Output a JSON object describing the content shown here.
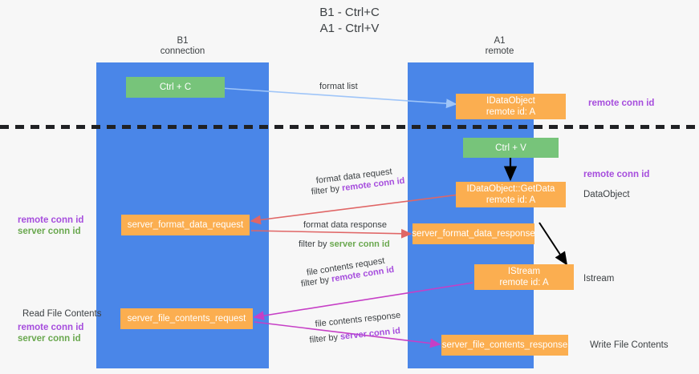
{
  "title": {
    "line1": "B1 - Ctrl+C",
    "line2": "A1 - Ctrl+V"
  },
  "columns": [
    {
      "id": "b1",
      "name": "B1",
      "sub": "connection"
    },
    {
      "id": "a1",
      "name": "A1",
      "sub": "remote"
    }
  ],
  "boxes": [
    {
      "id": "ctrl-c",
      "label": "Ctrl + C",
      "sub": "",
      "color": "#77c47a"
    },
    {
      "id": "idataobject",
      "label": "IDataObject",
      "sub": "remote id: A",
      "color": "#fbae50"
    },
    {
      "id": "ctrl-v",
      "label": "Ctrl + V",
      "sub": "",
      "color": "#77c47a"
    },
    {
      "id": "idataobject-getdata",
      "label": "IDataObject::GetData",
      "sub": "remote id: A",
      "color": "#fbae50"
    },
    {
      "id": "server-format-data-request",
      "label": "server_format_data_request",
      "sub": "",
      "color": "#fbae50"
    },
    {
      "id": "server-format-data-response",
      "label": "server_format_data_response",
      "sub": "",
      "color": "#fbae50"
    },
    {
      "id": "istream",
      "label": "IStream",
      "sub": "remote id: A",
      "color": "#fbae50"
    },
    {
      "id": "server-file-contents-request",
      "label": "server_file_contents_request",
      "sub": "",
      "color": "#fbae50"
    },
    {
      "id": "server-file-contents-response",
      "label": "server_file_contents_response",
      "sub": "",
      "color": "#fbae50"
    }
  ],
  "edge_labels": {
    "format_list": "format list",
    "format_data_request": "format data request",
    "format_data_request_filter_prefix": "filter by ",
    "format_data_request_filter_key": "remote conn id",
    "format_data_response": "format data response",
    "format_data_response_filter_prefix": "filter by ",
    "format_data_response_filter_key": "server conn id",
    "file_contents_request": "file contents request",
    "file_contents_request_filter_prefix": "filter by ",
    "file_contents_request_filter_key": "remote conn id",
    "file_contents_response": "file contents response",
    "file_contents_response_filter_prefix": "filter by ",
    "file_contents_response_filter_key": "server conn id"
  },
  "right_notes": {
    "remote_conn_id_top": "remote conn id",
    "remote_conn_id_mid": "remote conn id",
    "dataobject": "DataObject",
    "istream": "Istream",
    "write_file_contents": "Write File Contents"
  },
  "left_notes": {
    "mid_remote": "remote conn id",
    "mid_server": "server conn id",
    "read_file_contents": "Read File Contents",
    "bottom_remote": "remote conn id",
    "bottom_server": "server conn id"
  },
  "colors": {
    "lane": "#4a86e8",
    "green_box": "#77c47a",
    "orange_box": "#fbae50",
    "purple": "#a64ddd",
    "green_text": "#6aa84f",
    "arrow_blue": "#9fc5f8",
    "arrow_red": "#e06666",
    "arrow_black": "#000000",
    "arrow_magenta": "#c63fc6",
    "background": "#f7f7f7",
    "divider": "#202124"
  }
}
